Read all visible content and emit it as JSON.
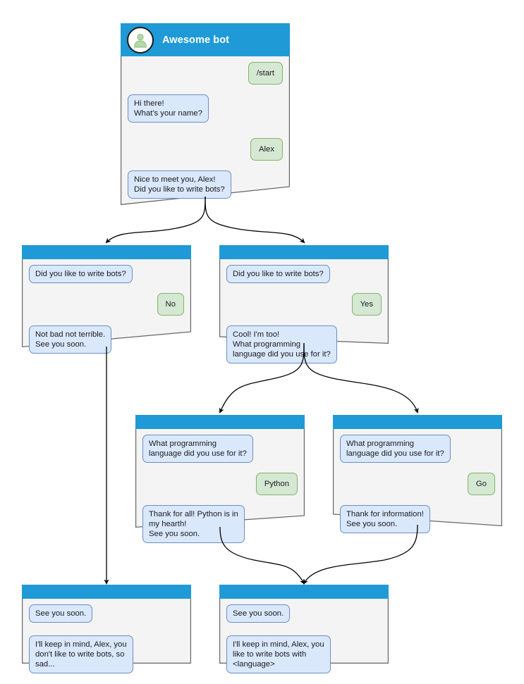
{
  "diagram": {
    "title": "Awesome bot conversation flow",
    "colors": {
      "header_blue": "#1f9ad6",
      "panel_bg": "#f4f4f4",
      "panel_border": "#666666",
      "bot_bubble_fill": "#dae8fc",
      "bot_bubble_stroke": "#6c8ebf",
      "user_bubble_fill": "#d5e8d4",
      "user_bubble_stroke": "#82b366",
      "edge": "#000000",
      "avatar_person": "#b5d9a8"
    }
  },
  "nodes": {
    "root": {
      "header_title": "Awesome bot",
      "avatar_icon": "person-avatar-icon",
      "messages": [
        {
          "side": "user",
          "text": "/start"
        },
        {
          "side": "bot",
          "text": "Hi there!\nWhat's your name?"
        },
        {
          "side": "user",
          "text": "Alex"
        },
        {
          "side": "bot",
          "text": "Nice to meet you, Alex!\nDid you like to write bots?"
        }
      ]
    },
    "no_branch": {
      "messages": [
        {
          "side": "bot",
          "text": "Did you like to write bots?"
        },
        {
          "side": "user",
          "text": "No"
        },
        {
          "side": "bot",
          "text": "Not bad not terrible.\nSee you soon."
        }
      ]
    },
    "yes_branch": {
      "messages": [
        {
          "side": "bot",
          "text": "Did you like to write bots?"
        },
        {
          "side": "user",
          "text": "Yes"
        },
        {
          "side": "bot",
          "text": "Cool! I'm too!\nWhat programming\nlanguage did you use for it?"
        }
      ]
    },
    "python_branch": {
      "messages": [
        {
          "side": "bot",
          "text": "What programming\nlanguage did you use for it?"
        },
        {
          "side": "user",
          "text": "Python"
        },
        {
          "side": "bot",
          "text": "Thank for all! Python is in\nmy hearth!\nSee you soon."
        }
      ]
    },
    "go_branch": {
      "messages": [
        {
          "side": "bot",
          "text": "What programming\nlanguage did you use for it?"
        },
        {
          "side": "user",
          "text": "Go"
        },
        {
          "side": "bot",
          "text": "Thank for information!\nSee you soon."
        }
      ]
    },
    "end_no": {
      "messages": [
        {
          "side": "bot",
          "text": "See you soon."
        },
        {
          "side": "bot",
          "text": "I'll keep in mind, Alex, you\ndon't like to write bots, so\nsad..."
        }
      ]
    },
    "end_yes": {
      "messages": [
        {
          "side": "bot",
          "text": "See you soon."
        },
        {
          "side": "bot",
          "text": "I'll keep in mind, Alex, you\nlike to write bots with\n<language>"
        }
      ]
    }
  }
}
